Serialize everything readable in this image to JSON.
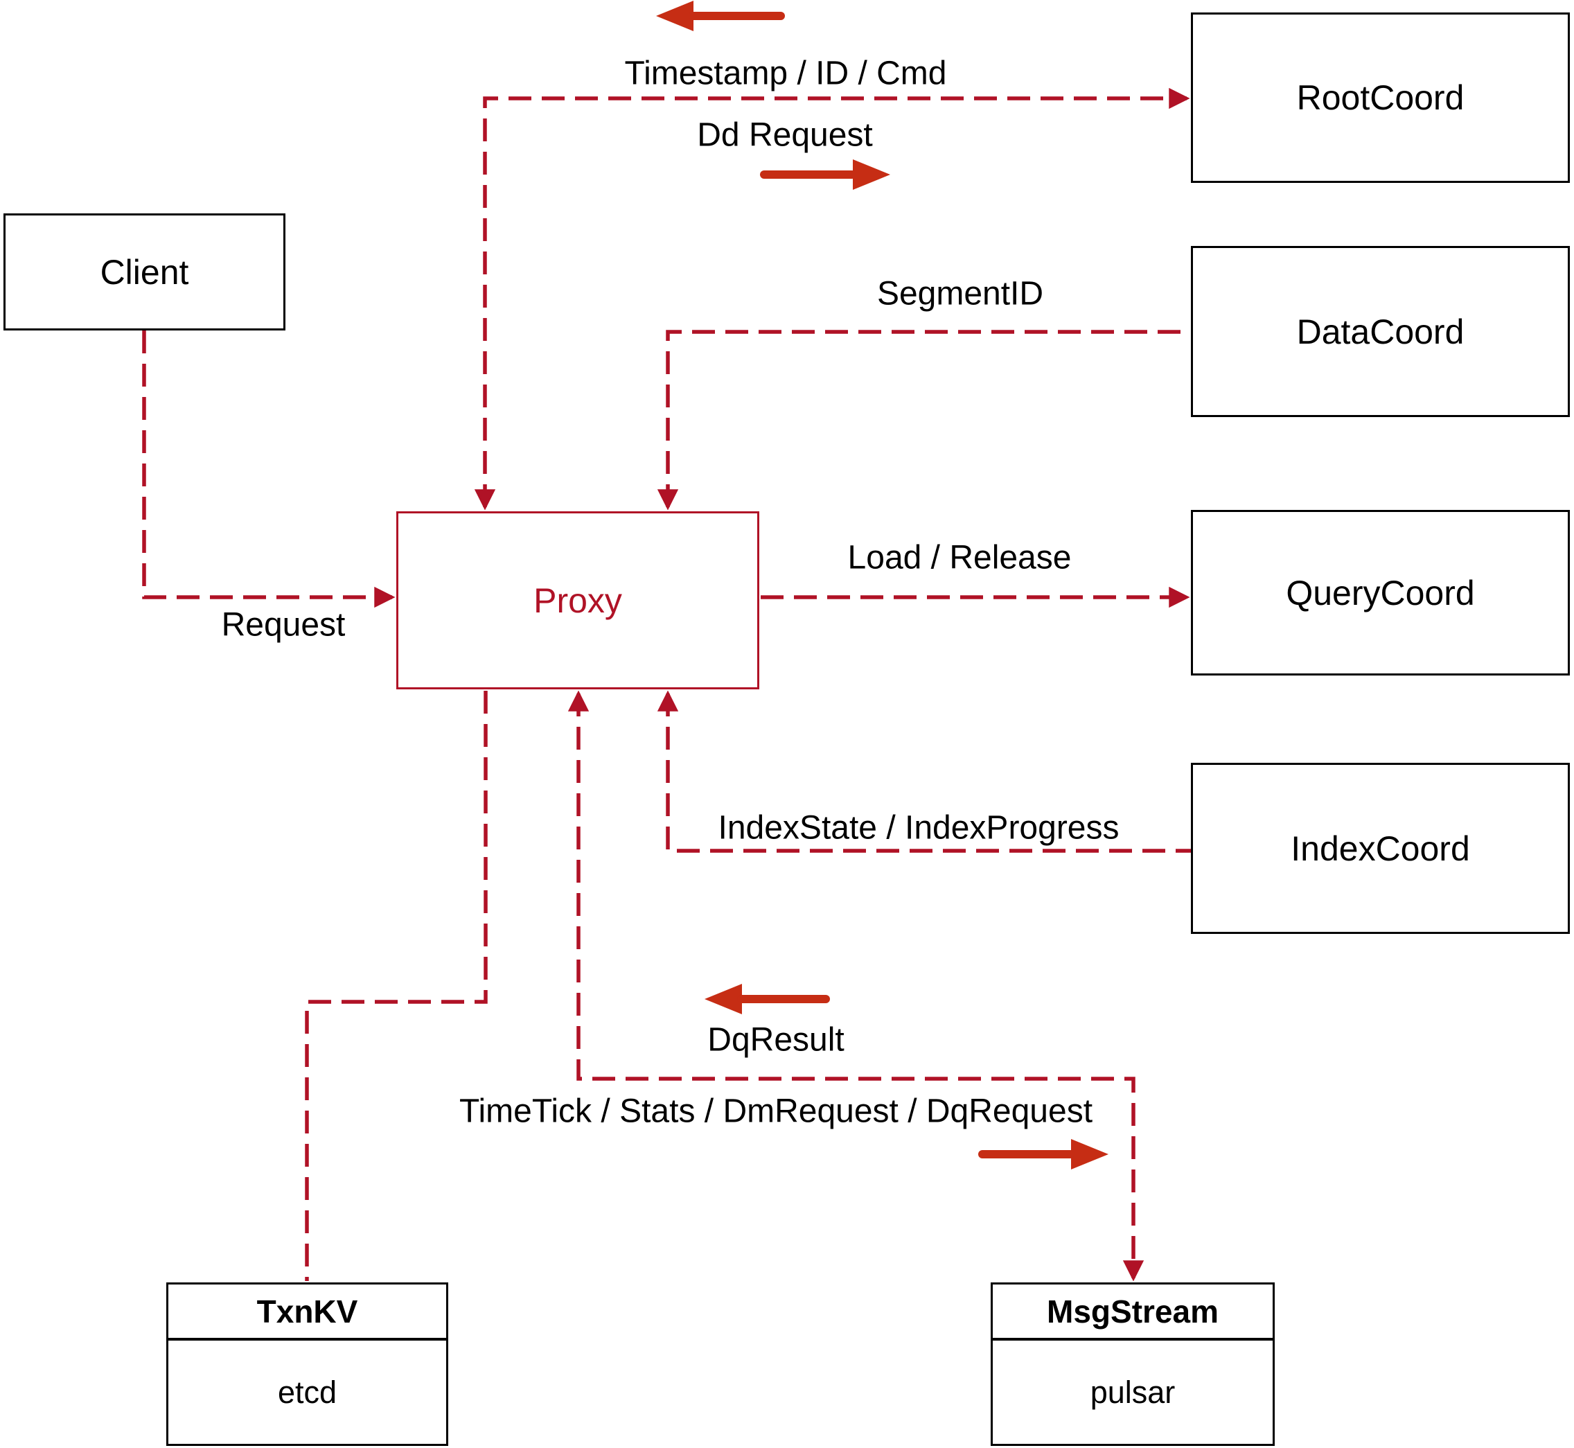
{
  "nodes": {
    "client": {
      "label": "Client"
    },
    "proxy": {
      "label": "Proxy"
    },
    "root_coord": {
      "label": "RootCoord"
    },
    "data_coord": {
      "label": "DataCoord"
    },
    "query_coord": {
      "label": "QueryCoord"
    },
    "index_coord": {
      "label": "IndexCoord"
    },
    "txn_kv": {
      "title": "TxnKV",
      "impl": "etcd"
    },
    "msg_stream": {
      "title": "MsgStream",
      "impl": "pulsar"
    }
  },
  "edge_labels": {
    "timestamp": "Timestamp / ID / Cmd",
    "dd_request": "Dd Request",
    "segment_id": "SegmentID",
    "load_release": "Load / Release",
    "index_state": "IndexState / IndexProgress",
    "request": "Request",
    "dq_result": "DqResult",
    "time_tick": "TimeTick / Stats / DmRequest / DqRequest"
  },
  "colors": {
    "connector_red": "#b01226",
    "arrow_red": "#c62d14",
    "box_border": "#000000",
    "text_black": "#000000",
    "background": "#ffffff"
  }
}
